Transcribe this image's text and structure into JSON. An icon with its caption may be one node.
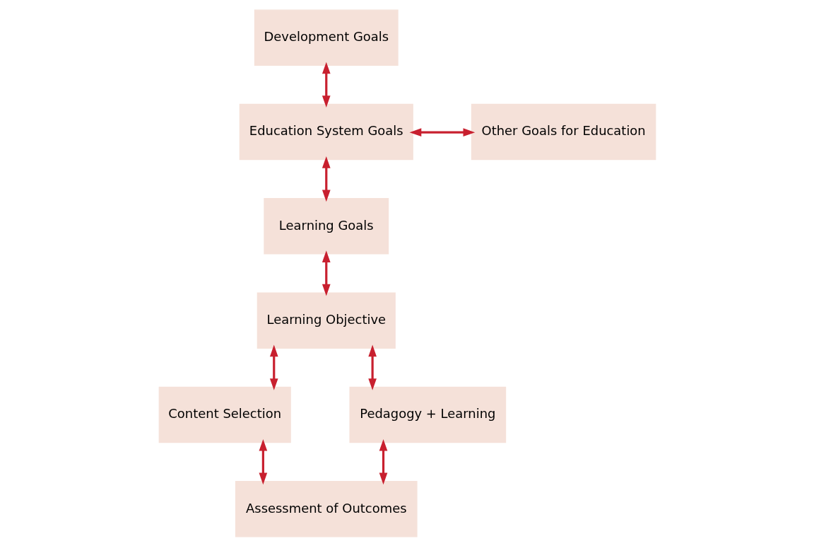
{
  "diagram": {
    "nodes": [
      {
        "text": [
          "Development Goals"
        ]
      },
      {
        "text": [
          "Education System Goals"
        ]
      },
      {
        "text": [
          "Other Goals for Education"
        ]
      },
      {
        "text": [
          "Learning Goals"
        ]
      },
      {
        "text": [
          "Learning Objective"
        ]
      },
      {
        "text": [
          "Content Selection"
        ]
      },
      {
        "text": [
          "Pedagogy + Learning"
        ]
      },
      {
        "text": [
          "Assessment of Outcomes"
        ]
      }
    ],
    "edges": [
      {
        "from": 0,
        "to": 1,
        "arrow": "both"
      },
      {
        "from": 1,
        "to": 2,
        "arrow": "both"
      },
      {
        "from": 1,
        "to": 3,
        "arrow": "both"
      },
      {
        "from": 3,
        "to": 4,
        "arrow": "both"
      },
      {
        "from": 4,
        "to": 5,
        "arrow": "both"
      },
      {
        "from": 4,
        "to": 6,
        "arrow": "both"
      },
      {
        "from": 5,
        "to": 7,
        "arrow": "both"
      },
      {
        "from": 6,
        "to": 7,
        "arrow": "both"
      }
    ]
  }
}
